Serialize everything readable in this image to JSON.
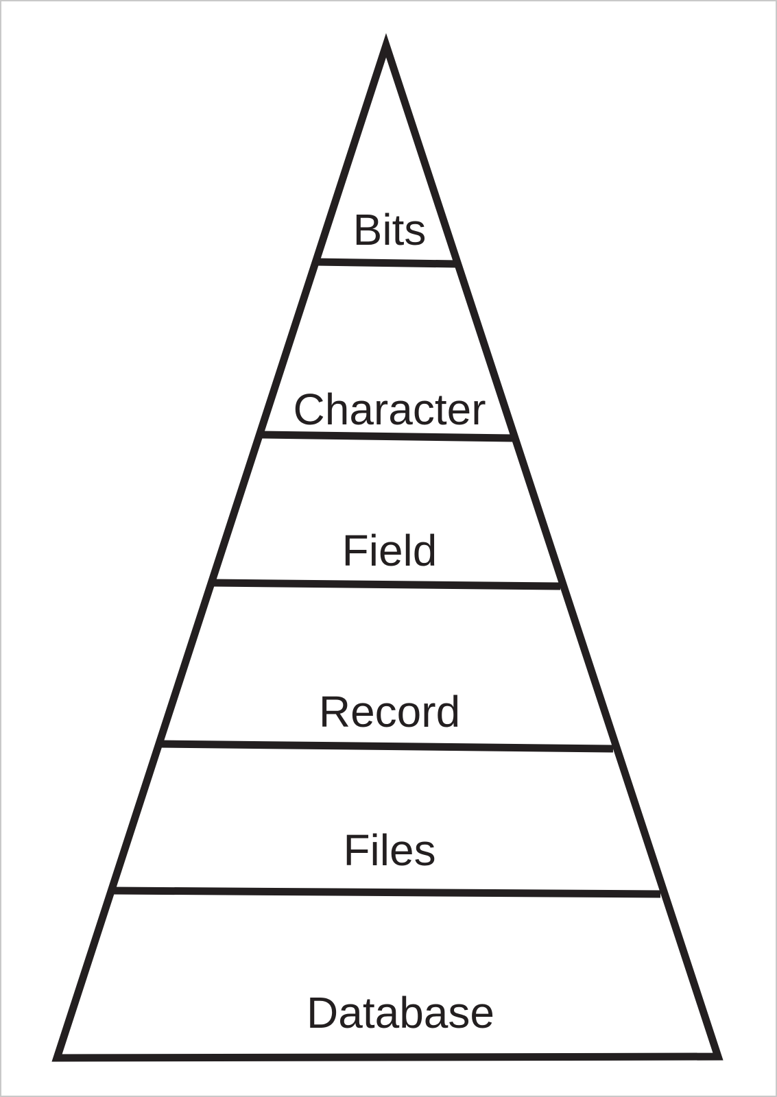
{
  "diagram": {
    "type": "pyramid",
    "line_color": "#231f20",
    "background_color": "#ffffff",
    "levels_top_to_bottom": [
      {
        "label": "Bits"
      },
      {
        "label": "Character"
      },
      {
        "label": "Field"
      },
      {
        "label": "Record"
      },
      {
        "label": "Files"
      },
      {
        "label": "Database"
      }
    ]
  }
}
